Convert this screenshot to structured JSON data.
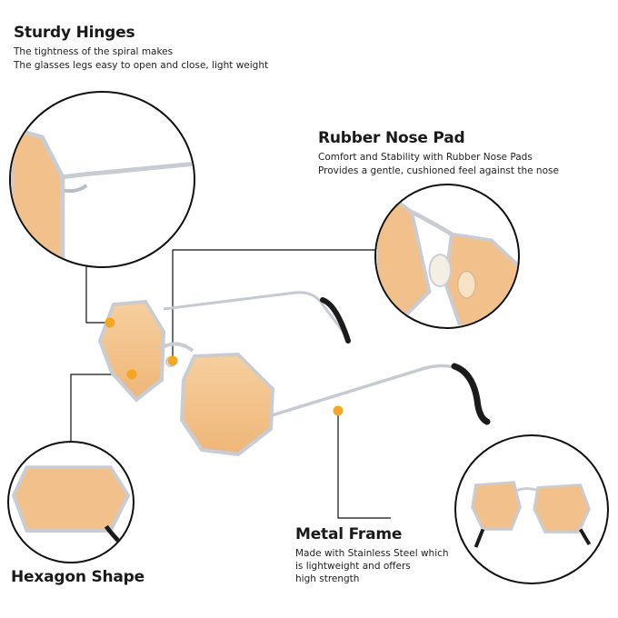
{
  "features": {
    "hinges": {
      "title": "Sturdy Hinges",
      "line1": "The tightness of the spiral makes",
      "line2": "The glasses legs easy to open and close, light weight"
    },
    "nose_pad": {
      "title": "Rubber Nose Pad",
      "line1": "Comfort and Stability with Rubber Nose Pads",
      "line2": "Provides a gentle, cushioned feel against the nose"
    },
    "hexagon": {
      "title": "Hexagon Shape"
    },
    "metal_frame": {
      "title": "Metal Frame",
      "line1": "Made with Stainless Steel which",
      "line2": "is lightweight and offers",
      "line3": "high strength"
    }
  },
  "colors": {
    "accent": "#f5a623",
    "lens": "#f2c08a",
    "frame": "#c9cdd3",
    "outline": "#111111"
  }
}
